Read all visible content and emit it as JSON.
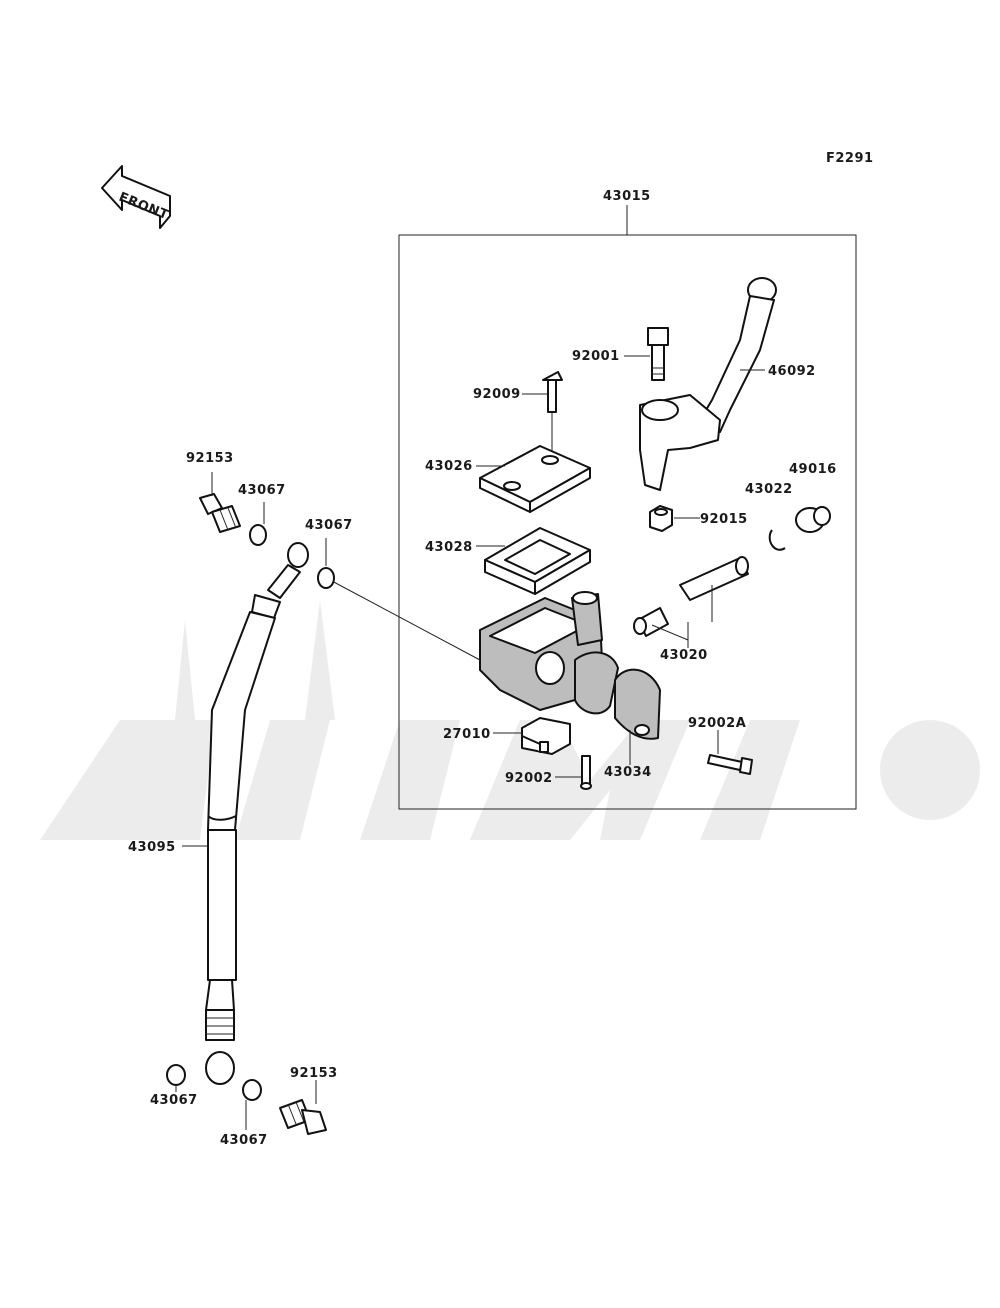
{
  "diagram": {
    "figure_code": "F2291",
    "front_arrow_text": "FRONT",
    "labels": {
      "p43015": "43015",
      "p92001": "92001",
      "p46092": "46092",
      "p92009": "92009",
      "p43026": "43026",
      "p49016": "49016",
      "p43022": "43022",
      "p92015": "92015",
      "p43028": "43028",
      "p43020": "43020",
      "p27010": "27010",
      "p92002a": "92002A",
      "p92002": "92002",
      "p43034": "43034",
      "p92153_top": "92153",
      "p43067_top1": "43067",
      "p43067_top2": "43067",
      "p43095": "43095",
      "p43067_bot1": "43067",
      "p43067_bot2": "43067",
      "p92153_bot": "92153"
    },
    "colors": {
      "line": "#222222",
      "part_fill": "#bdbdbd",
      "watermark": "#ececec"
    }
  }
}
